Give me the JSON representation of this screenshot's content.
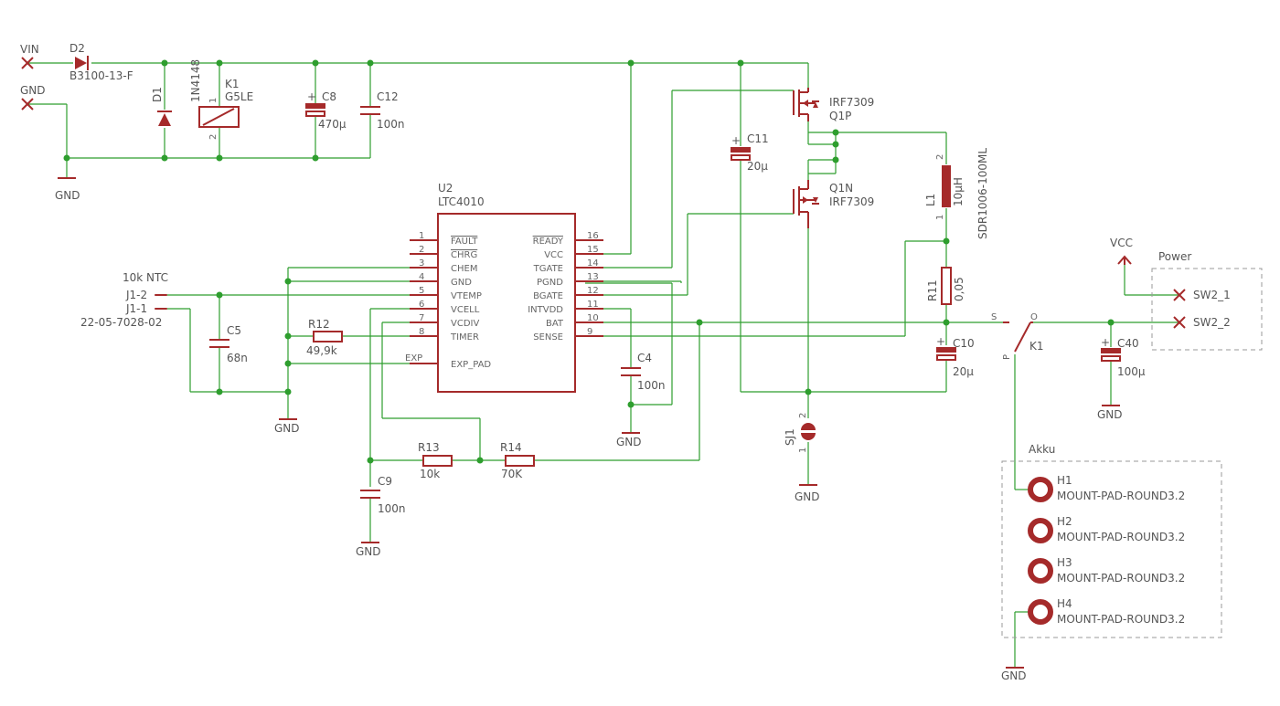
{
  "labels": {
    "vin": "VIN",
    "gnd": "GND",
    "vcc": "VCC",
    "d2": "D2",
    "d2_value": "B3100-13-F",
    "d1": "D1",
    "d1_value": "1N4148",
    "k1": "K1",
    "k1_value": "G5LE",
    "k1_pin1": "1",
    "k1_pin2": "2",
    "c8": "C8",
    "c8_value": "470µ",
    "c12": "C12",
    "c12_value": "100n",
    "c11": "C11",
    "c11_value": "20µ",
    "q1p_part": "IRF7309",
    "q1p": "Q1P",
    "q1n": "Q1N",
    "q1n_part": "IRF7309",
    "l1": "L1",
    "l1_value": "10µH",
    "l1_part": "SDR1006-100ML",
    "l1_pin1": "1",
    "l1_pin2": "2",
    "r11": "R11",
    "r11_value": "0,05",
    "c10": "C10",
    "c10_value": "20µ",
    "u2": "U2",
    "u2_part": "LTC4010",
    "ntc": "10k NTC",
    "j12": "J1-2",
    "j11": "J1-1",
    "j1_part": "22-05-7028-02",
    "c5": "C5",
    "c5_value": "68n",
    "r12": "R12",
    "r12_value": "49,9k",
    "c4": "C4",
    "c4_value": "100n",
    "r13": "R13",
    "r13_value": "10k",
    "r14": "R14",
    "r14_value": "70K",
    "c9": "C9",
    "c9_value": "100n",
    "sj1": "SJ1",
    "sj1_pin1": "1",
    "sj1_pin2": "2",
    "k1_contact": "K1",
    "k1_s": "S",
    "k1_o": "O",
    "k1_p": "P",
    "c40": "C40",
    "c40_value": "100µ",
    "power": "Power",
    "sw2_1": "SW2_1",
    "sw2_2": "SW2_2",
    "akku": "Akku",
    "h1": "H1",
    "h2": "H2",
    "h3": "H3",
    "h4": "H4",
    "mount_pad": "MOUNT-PAD-ROUND3.2"
  },
  "u2_pins_left": [
    {
      "num": "1",
      "name": "FAULT"
    },
    {
      "num": "2",
      "name": "CHRG"
    },
    {
      "num": "3",
      "name": "CHEM"
    },
    {
      "num": "4",
      "name": "GND"
    },
    {
      "num": "5",
      "name": "VTEMP"
    },
    {
      "num": "6",
      "name": "VCELL"
    },
    {
      "num": "7",
      "name": "VCDIV"
    },
    {
      "num": "8",
      "name": "TIMER"
    }
  ],
  "u2_pins_right": [
    {
      "num": "16",
      "name": "READY"
    },
    {
      "num": "15",
      "name": "VCC"
    },
    {
      "num": "14",
      "name": "TGATE"
    },
    {
      "num": "13",
      "name": "PGND"
    },
    {
      "num": "12",
      "name": "BGATE"
    },
    {
      "num": "11",
      "name": "INTVDD"
    },
    {
      "num": "10",
      "name": "BAT"
    },
    {
      "num": "9",
      "name": "SENSE"
    }
  ],
  "u2_exp": {
    "pin": "EXP",
    "name": "EXP_PAD"
  },
  "colors": {
    "wire": "#2e9e2e",
    "symbol": "#a52a2a",
    "text": "#555555"
  }
}
